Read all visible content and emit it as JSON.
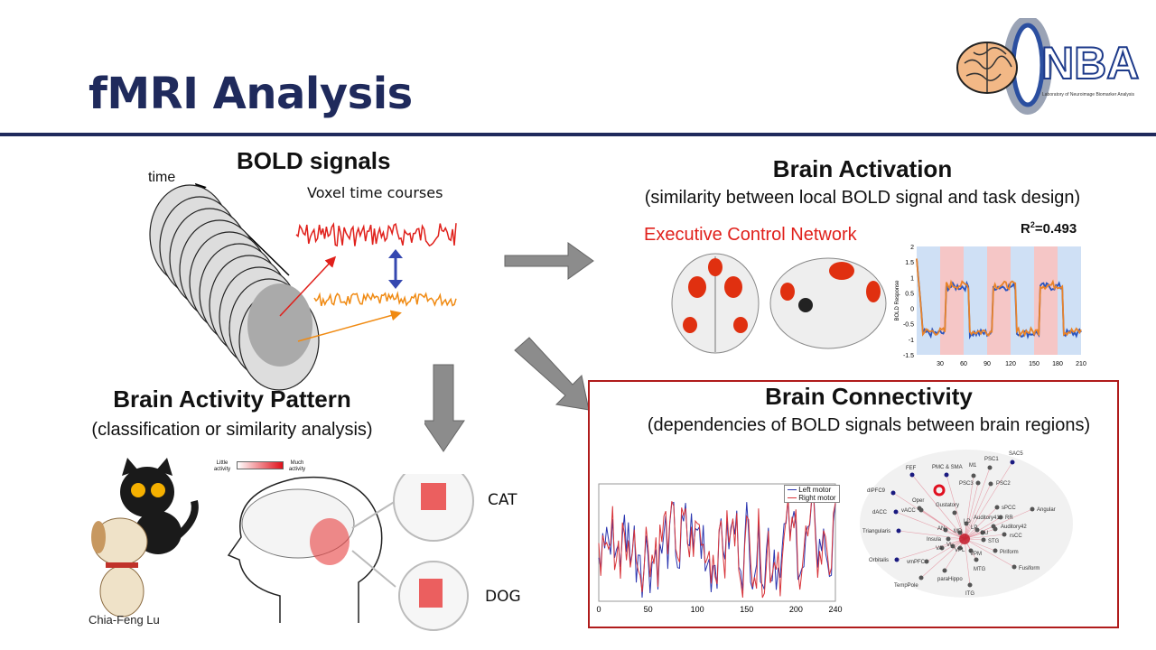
{
  "slide": {
    "title": "fMRI Analysis",
    "logo": {
      "text": "NBA",
      "caption": "Laboratory of Neuroimage Biomarker Analysis"
    },
    "bold_signals": {
      "title": "BOLD signals",
      "time_label": "time",
      "voxel_label": "Voxel time courses"
    },
    "brain_activation": {
      "title": "Brain Activation",
      "subtitle": "(similarity between local BOLD signal and task design)",
      "network_label": "Executive Control Network",
      "r2_label": "R",
      "r2_sup": "2",
      "r2_value": "=0.493",
      "plot": {
        "ylabel": "BOLD Response",
        "yticks": [
          "2",
          "1.5",
          "1",
          "0.5",
          "0",
          "-0.5",
          "-1",
          "-1.5"
        ],
        "xticks": [
          "30",
          "60",
          "90",
          "120",
          "150",
          "180",
          "210"
        ]
      }
    },
    "brain_activity_pattern": {
      "title": "Brain Activity Pattern",
      "subtitle": "(classification or similarity analysis)",
      "legend_low": "Little activity",
      "legend_high": "Much activity",
      "labels": [
        "CAT",
        "DOG"
      ],
      "credit": "Chia-Feng Lu"
    },
    "brain_connectivity": {
      "title": "Brain Connectivity",
      "subtitle": "(dependencies of BOLD signals between brain regions)",
      "legend": [
        "Left motor",
        "Right motor"
      ],
      "xticks": [
        "0",
        "50",
        "100",
        "150",
        "200",
        "240"
      ],
      "regions": [
        "FEF",
        "PMC & SMA",
        "M1",
        "PSC1",
        "SAC5",
        "dlPFC9",
        "PSC3",
        "PSC2",
        "Oper",
        "Gustatory",
        "dACC",
        "vACC",
        "sPCC",
        "Angular",
        "Triangularis",
        "Auditory41",
        "RR",
        "Auditory42",
        "rsCC",
        "Insula",
        "AN",
        "MD",
        "LD",
        "LP",
        "PU",
        "STG",
        "VA",
        "VL",
        "VPL",
        "VPM",
        "Piriform",
        "Orbitalis",
        "vmPFC",
        "MTG",
        "Fusiform",
        "paraHippo",
        "TempPole",
        "ITG"
      ]
    },
    "colors": {
      "title": "#1f2a5c",
      "accent_red": "#e0201b",
      "box_border": "#b01c1c",
      "left_motor": "#2a35b0",
      "right_motor": "#d8343a"
    }
  }
}
